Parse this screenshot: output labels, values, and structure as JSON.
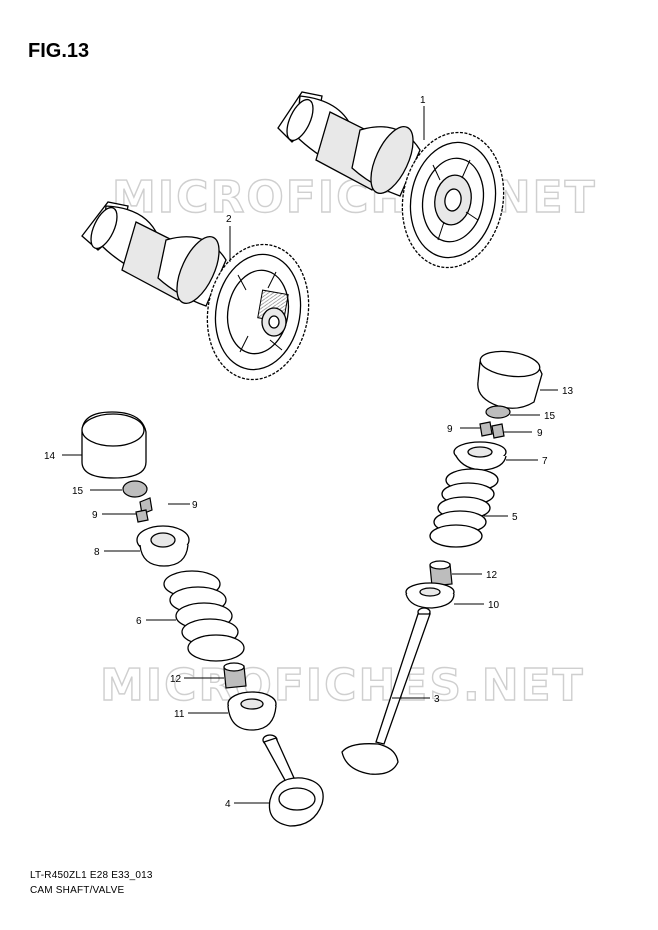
{
  "figure": {
    "title": "FIG.13",
    "code": "LT-R450ZL1 E28 E33_013",
    "name": "CAM SHAFT/VALVE"
  },
  "watermark": "MICROFICHES.NET",
  "callouts": [
    {
      "id": "c1",
      "label": "1"
    },
    {
      "id": "c2",
      "label": "2"
    },
    {
      "id": "c3",
      "label": "3"
    },
    {
      "id": "c4",
      "label": "4"
    },
    {
      "id": "c5",
      "label": "5"
    },
    {
      "id": "c6",
      "label": "6"
    },
    {
      "id": "c7",
      "label": "7"
    },
    {
      "id": "c8",
      "label": "8"
    },
    {
      "id": "c9a",
      "label": "9"
    },
    {
      "id": "c9b",
      "label": "9"
    },
    {
      "id": "c9c",
      "label": "9"
    },
    {
      "id": "c9d",
      "label": "9"
    },
    {
      "id": "c10",
      "label": "10"
    },
    {
      "id": "c11",
      "label": "11"
    },
    {
      "id": "c12a",
      "label": "12"
    },
    {
      "id": "c12b",
      "label": "12"
    },
    {
      "id": "c13",
      "label": "13"
    },
    {
      "id": "c14",
      "label": "14"
    },
    {
      "id": "c15a",
      "label": "15"
    },
    {
      "id": "c15b",
      "label": "15"
    }
  ]
}
